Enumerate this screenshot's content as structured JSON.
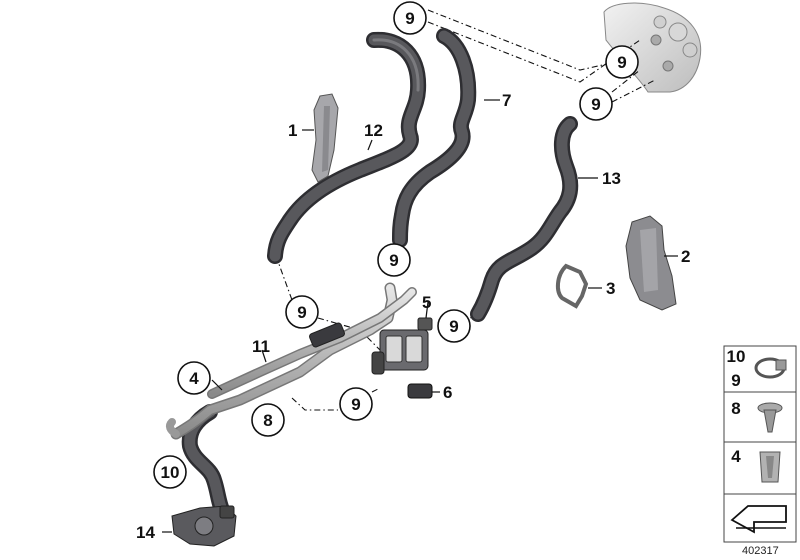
{
  "diagram_number": "402317",
  "callouts": {
    "c9a": "9",
    "c9b": "9",
    "c9c": "9",
    "c9d": "9",
    "c9e": "9",
    "c9f": "9",
    "c9g": "9",
    "c4": "4",
    "c8": "8",
    "c10": "10"
  },
  "labels": {
    "l1": "1",
    "l2": "2",
    "l3": "3",
    "l5": "5",
    "l6": "6",
    "l7": "7",
    "l11": "11",
    "l12": "12",
    "l13": "13",
    "l14": "14"
  },
  "legend": {
    "row1_a": "10",
    "row1_b": "9",
    "row2": "8",
    "row3": "4"
  },
  "colors": {
    "hose": "#4a4a4e",
    "hose_dark": "#2f2f33",
    "metal": "#b8b8b8",
    "line": "#111111"
  }
}
